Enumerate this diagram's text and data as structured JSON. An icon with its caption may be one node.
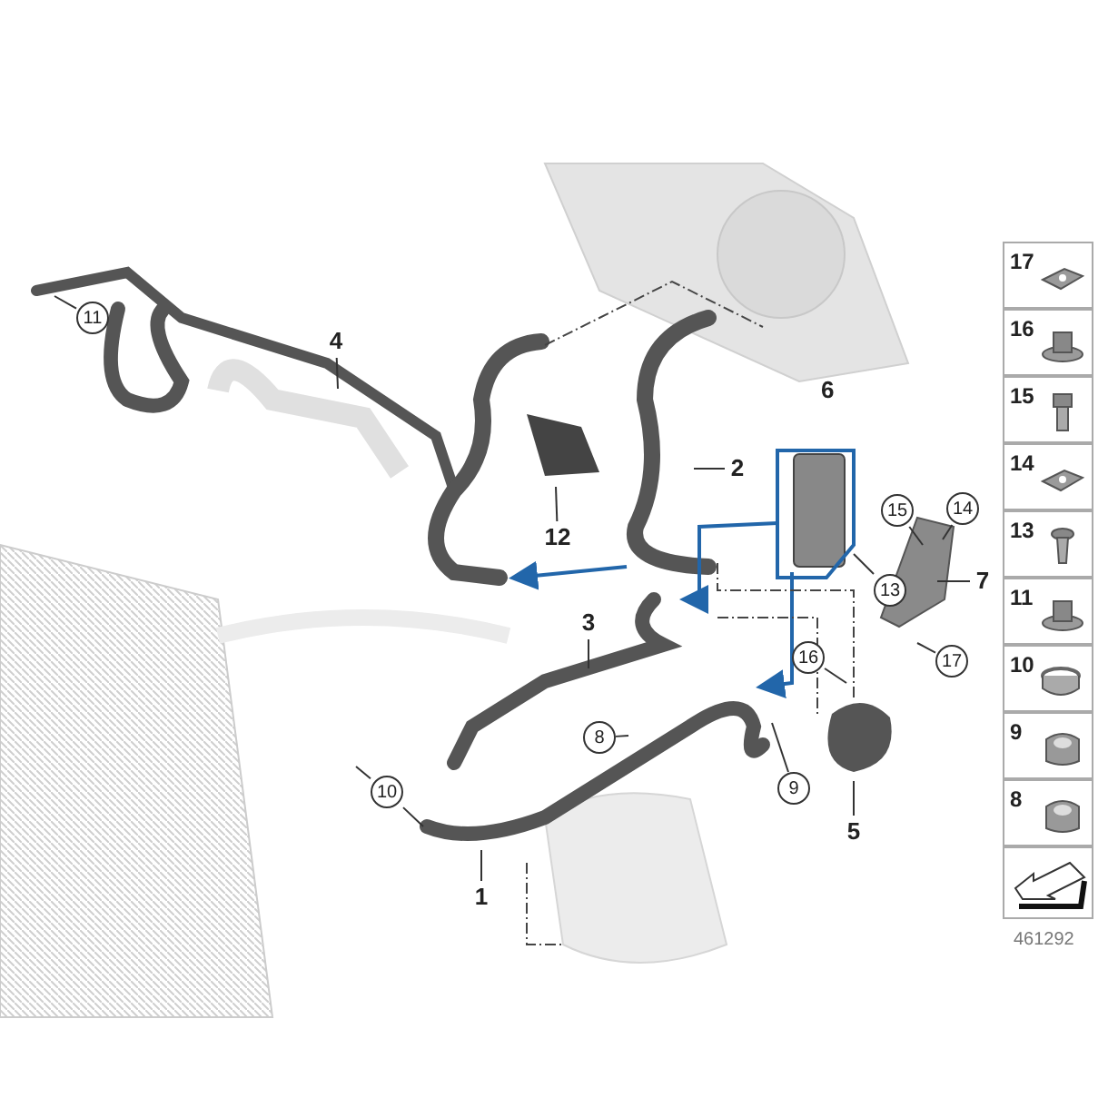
{
  "diagram": {
    "nodes": [
      {
        "text": [
          "11"
        ]
      },
      {
        "text": [
          "4"
        ]
      },
      {
        "text": [
          "12"
        ]
      },
      {
        "text": [
          "2"
        ]
      },
      {
        "text": [
          "3"
        ]
      },
      {
        "text": [
          "15"
        ]
      },
      {
        "text": [
          "14"
        ]
      },
      {
        "text": [
          "13"
        ]
      },
      {
        "text": [
          "7"
        ]
      },
      {
        "text": [
          "16"
        ]
      },
      {
        "text": [
          "17"
        ]
      },
      {
        "text": [
          "8"
        ]
      },
      {
        "text": [
          "9"
        ]
      },
      {
        "text": [
          "10"
        ]
      },
      {
        "text": [
          "5"
        ]
      },
      {
        "text": [
          "1"
        ]
      }
    ],
    "edges": [
      {
        "from": 0,
        "to": null,
        "arrow": "none"
      },
      {
        "from": 1,
        "to": null,
        "arrow": "none"
      },
      {
        "from": 2,
        "to": null,
        "arrow": "none"
      },
      {
        "from": 3,
        "to": null,
        "arrow": "none"
      },
      {
        "from": 4,
        "to": null,
        "arrow": "none"
      },
      {
        "from": 5,
        "to": null,
        "arrow": "none"
      },
      {
        "from": 6,
        "to": null,
        "arrow": "none"
      },
      {
        "from": 7,
        "to": null,
        "arrow": "none"
      },
      {
        "from": 8,
        "to": null,
        "arrow": "none"
      },
      {
        "from": 9,
        "to": null,
        "arrow": "none"
      },
      {
        "from": 10,
        "to": null,
        "arrow": "none"
      },
      {
        "from": 11,
        "to": null,
        "arrow": "none"
      },
      {
        "from": 12,
        "to": null,
        "arrow": "none"
      },
      {
        "from": 13,
        "to": null,
        "arrow": "none"
      },
      {
        "from": 13,
        "to": null,
        "arrow": "none"
      },
      {
        "from": 14,
        "to": null,
        "arrow": "none"
      },
      {
        "from": 15,
        "to": null,
        "arrow": "none"
      }
    ],
    "labels": [
      "6",
      "17",
      "16",
      "15",
      "14",
      "13",
      "11",
      "10",
      "9",
      "8",
      "461292"
    ]
  }
}
